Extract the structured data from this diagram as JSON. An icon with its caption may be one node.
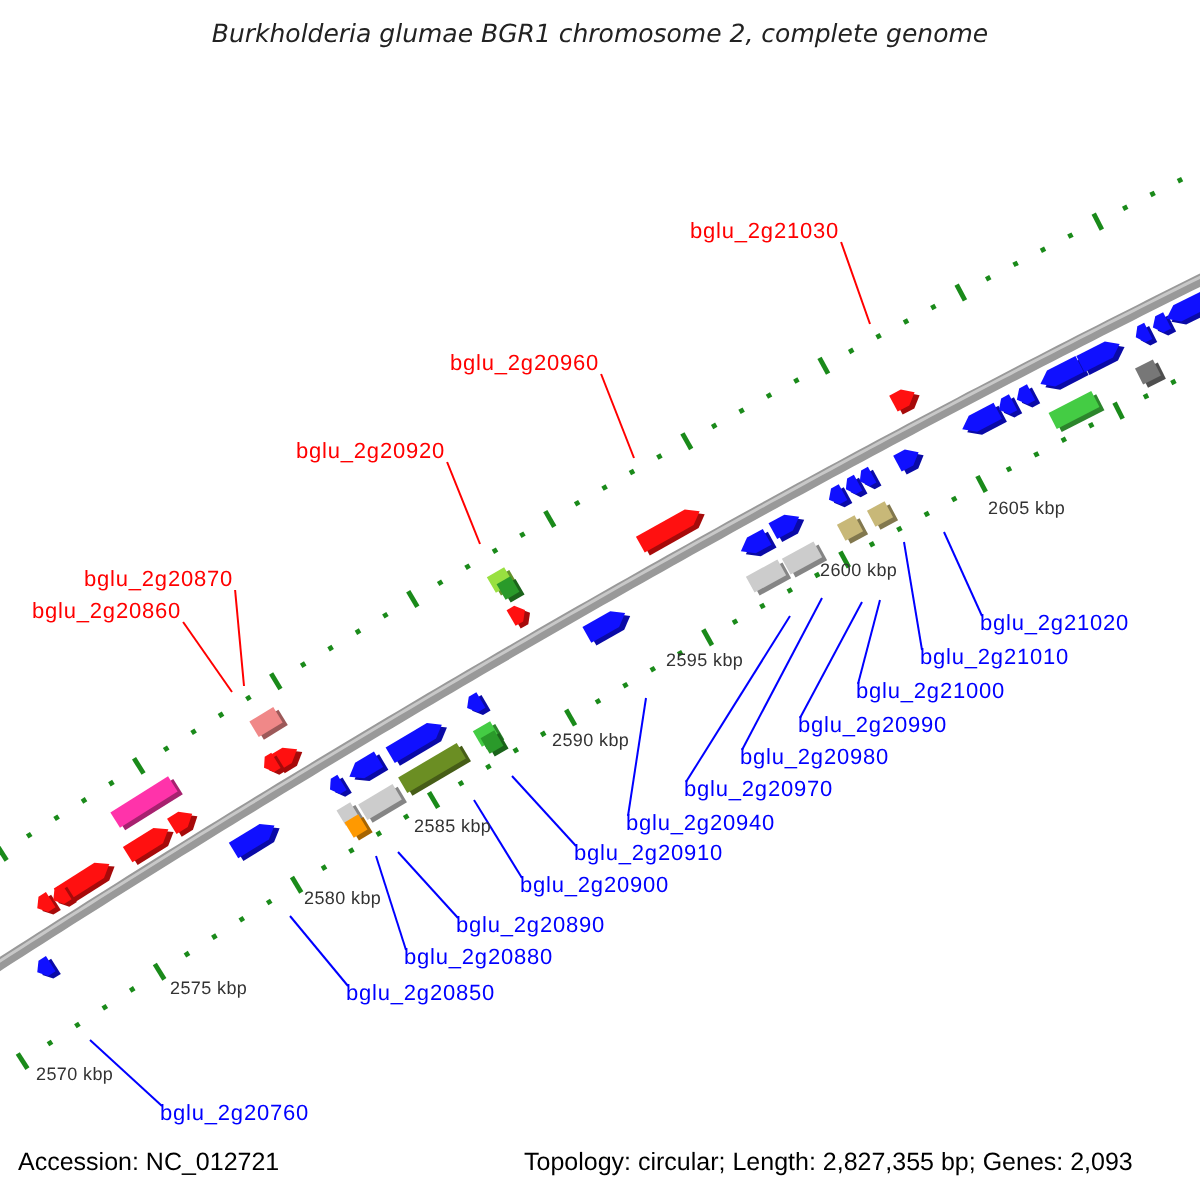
{
  "diagram": {
    "title": "Burkholderia glumae BGR1 chromosome 2, complete genome",
    "nodes": [
      {
        "text": [
          "bglu_2g21030"
        ]
      },
      {
        "text": [
          "bglu_2g20960"
        ]
      },
      {
        "text": [
          "bglu_2g20920"
        ]
      },
      {
        "text": [
          "bglu_2g20870"
        ]
      },
      {
        "text": [
          "bglu_2g20860"
        ]
      },
      {
        "text": [
          "bglu_2g21020"
        ]
      },
      {
        "text": [
          "bglu_2g21010"
        ]
      },
      {
        "text": [
          "bglu_2g21000"
        ]
      },
      {
        "text": [
          "bglu_2g20990"
        ]
      },
      {
        "text": [
          "bglu_2g20980"
        ]
      },
      {
        "text": [
          "bglu_2g20970"
        ]
      },
      {
        "text": [
          "bglu_2g20940"
        ]
      },
      {
        "text": [
          "bglu_2g20910"
        ]
      },
      {
        "text": [
          "bglu_2g20900"
        ]
      },
      {
        "text": [
          "bglu_2g20890"
        ]
      },
      {
        "text": [
          "bglu_2g20880"
        ]
      },
      {
        "text": [
          "bglu_2g20850"
        ]
      },
      {
        "text": [
          "bglu_2g20760"
        ]
      }
    ],
    "edges": [
      {
        "from": 0,
        "to": null,
        "arrow": "none",
        "color": "#ff0000"
      },
      {
        "from": 1,
        "to": null,
        "arrow": "none",
        "color": "#ff0000"
      },
      {
        "from": 2,
        "to": null,
        "arrow": "none",
        "color": "#ff0000"
      },
      {
        "from": 3,
        "to": null,
        "arrow": "none",
        "color": "#ff0000"
      },
      {
        "from": 4,
        "to": null,
        "arrow": "none",
        "color": "#ff0000"
      },
      {
        "from": 5,
        "to": null,
        "arrow": "none"
      },
      {
        "from": 6,
        "to": null,
        "arrow": "none"
      },
      {
        "from": 7,
        "to": null,
        "arrow": "none"
      },
      {
        "from": 8,
        "to": null,
        "arrow": "none"
      },
      {
        "from": 9,
        "to": null,
        "arrow": "none"
      },
      {
        "from": 10,
        "to": null,
        "arrow": "none"
      },
      {
        "from": 11,
        "to": null,
        "arrow": "none"
      },
      {
        "from": 12,
        "to": null,
        "arrow": "none"
      },
      {
        "from": 13,
        "to": null,
        "arrow": "none"
      },
      {
        "from": 14,
        "to": null,
        "arrow": "none"
      },
      {
        "from": 15,
        "to": null,
        "arrow": "none"
      },
      {
        "from": 16,
        "to": null,
        "arrow": "none"
      },
      {
        "from": 17,
        "to": null,
        "arrow": "none"
      }
    ],
    "labels": [
      "2605 kbp",
      "2600 kbp",
      "2595 kbp",
      "2590 kbp",
      "2585 kbp",
      "2580 kbp",
      "2575 kbp",
      "2570 kbp",
      "Accession: NC_012721",
      "Topology: circular; Length: 2,827,355 bp; Genes: 2,093"
    ]
  }
}
